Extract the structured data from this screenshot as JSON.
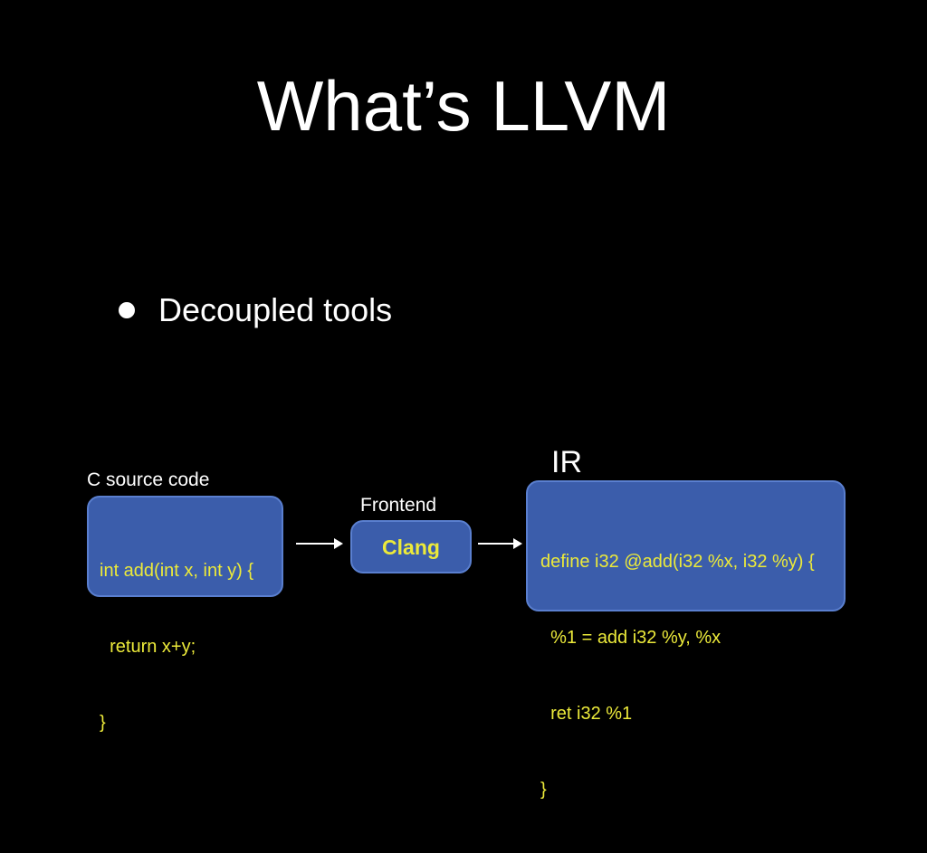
{
  "slide": {
    "title": "What’s LLVM",
    "bullet": "Decoupled tools"
  },
  "diagram": {
    "source": {
      "label": "C source code",
      "code": [
        "int add(int x, int y) {",
        "  return x+y;",
        "}"
      ]
    },
    "frontend": {
      "label": "Frontend",
      "name": "Clang"
    },
    "ir": {
      "label": "IR",
      "code": [
        "define i32 @add(i32 %x, i32 %y) {",
        "  %1 = add i32 %y, %x",
        "  ret i32 %1",
        "}"
      ]
    }
  },
  "colors": {
    "background": "#000000",
    "box_fill": "#3b5dab",
    "code_text": "#ecea3a"
  }
}
